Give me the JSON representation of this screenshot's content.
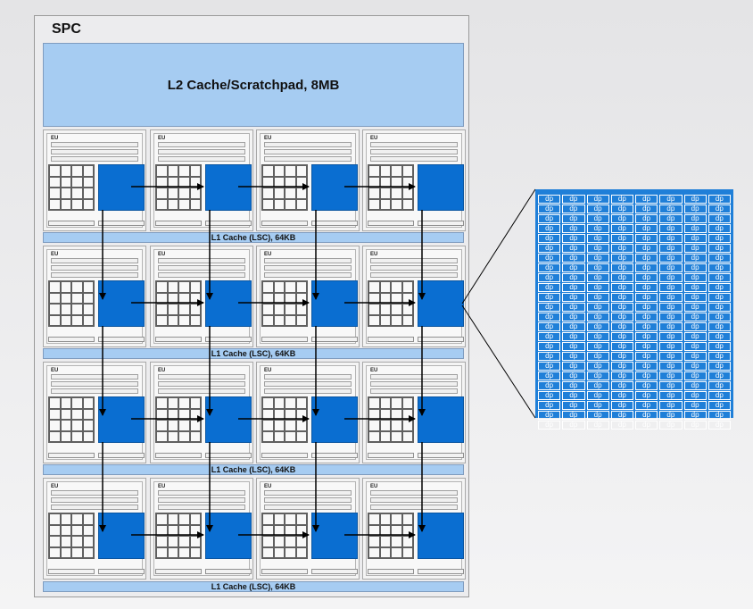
{
  "spc": {
    "title": "SPC"
  },
  "l2_cache": {
    "label": "L2 Cache/Scratchpad, 8MB"
  },
  "l1_cache": {
    "label": "L1 Cache (LSC), 64KB"
  },
  "eu": {
    "label": "EU"
  },
  "dp_panel": {
    "cell_label": "dp",
    "rows": 24,
    "cols": 8
  },
  "colors": {
    "cache_fill": "#a6ccf2",
    "matrix_unit": "#0a6ed1",
    "dp_panel": "#1f7fd8"
  },
  "grid": {
    "rows": 4,
    "cols": 4
  }
}
